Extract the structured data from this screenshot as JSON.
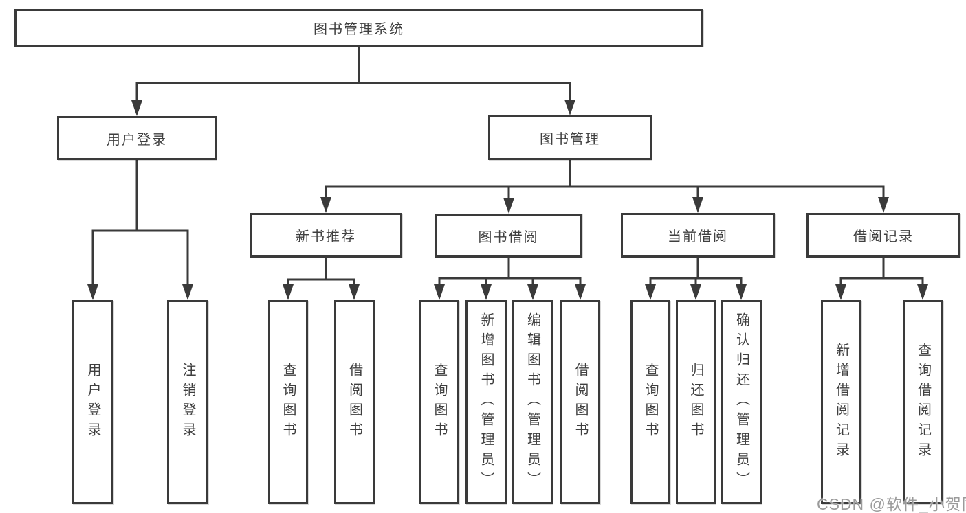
{
  "diagram": {
    "type": "hierarchy-chart",
    "line_color": "#3a3a3a",
    "box_border_color": "#3a3a3a",
    "box_fill_color": "#ffffff",
    "text_color": "#3f3f3f",
    "root": {
      "label": "图书管理系统"
    },
    "level2": [
      {
        "label": "用户登录"
      },
      {
        "label": "图书管理"
      }
    ],
    "level3": [
      {
        "label": "新书推荐",
        "parent": "图书管理"
      },
      {
        "label": "图书借阅",
        "parent": "图书管理"
      },
      {
        "label": "当前借阅",
        "parent": "图书管理"
      },
      {
        "label": "借阅记录",
        "parent": "图书管理"
      }
    ],
    "leaves": {
      "user_login": [
        "用户登录",
        "注销登录"
      ],
      "new_books": [
        "查询图书",
        "借阅图书"
      ],
      "borrow": [
        "查询图书",
        "新增图书（管理员）",
        "编辑图书（管理员）",
        "借阅图书"
      ],
      "current": [
        "查询图书",
        "归还图书",
        "确认归还（管理员）"
      ],
      "records": [
        "新增借阅记录",
        "查询借阅记录"
      ]
    }
  },
  "watermark": {
    "text": "CSDN @软件_小贺同学",
    "color": "#9b9b9b"
  }
}
